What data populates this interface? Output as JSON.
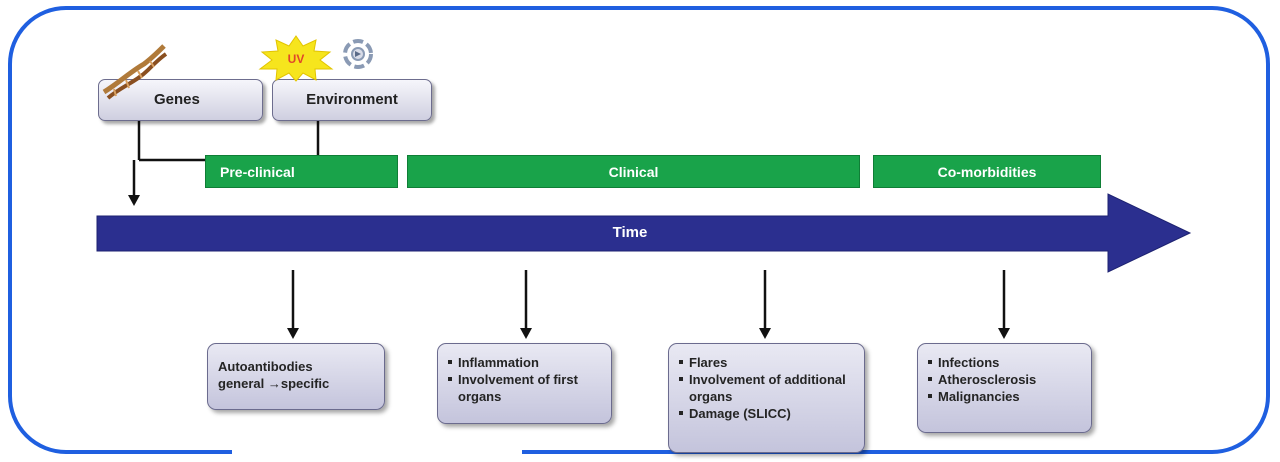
{
  "inputs": {
    "genes": "Genes",
    "environment": "Environment",
    "uv_label": "UV"
  },
  "phases": {
    "preclinical": "Pre-clinical",
    "clinical": "Clinical",
    "comorbidities": "Co-morbidities"
  },
  "timeline": {
    "label": "Time"
  },
  "boxes": {
    "autoantibodies": {
      "lines": [
        "Autoantibodies",
        "general →specific"
      ]
    },
    "clinical_early": {
      "items": [
        "Inflammation",
        "Involvement of first organs"
      ]
    },
    "clinical_late": {
      "items": [
        "Flares",
        "Involvement of additional organs",
        "Damage (SLICC)"
      ]
    },
    "comorbidities": {
      "items": [
        "Infections",
        "Atherosclerosis",
        "Malignancies"
      ]
    }
  },
  "colors": {
    "frame": "#1f5fe0",
    "phase_bar": "#19a34a",
    "time_arrow": "#2b2f8f",
    "box_fill": "#d4d4e6",
    "uv_star": "#f6e51d"
  },
  "icons": [
    "dna-icon",
    "uv-sun-icon",
    "recycle-icon"
  ]
}
